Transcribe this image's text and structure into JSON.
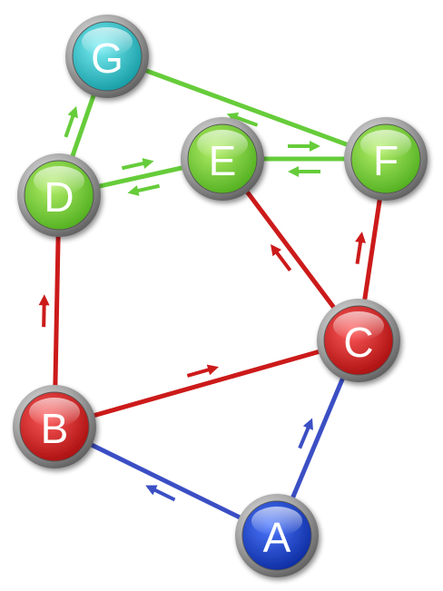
{
  "nodes": [
    {
      "id": "A",
      "label": "A",
      "color": "blue"
    },
    {
      "id": "B",
      "label": "B",
      "color": "red"
    },
    {
      "id": "C",
      "label": "C",
      "color": "red"
    },
    {
      "id": "D",
      "label": "D",
      "color": "green"
    },
    {
      "id": "E",
      "label": "E",
      "color": "green"
    },
    {
      "id": "F",
      "label": "F",
      "color": "green"
    },
    {
      "id": "G",
      "label": "G",
      "color": "cyan"
    }
  ],
  "edges": [
    {
      "from": "A",
      "to": "B",
      "color": "blue"
    },
    {
      "from": "A",
      "to": "C",
      "color": "blue"
    },
    {
      "from": "B",
      "to": "C",
      "color": "red"
    },
    {
      "from": "B",
      "to": "D",
      "color": "red"
    },
    {
      "from": "C",
      "to": "E",
      "color": "red"
    },
    {
      "from": "C",
      "to": "F",
      "color": "red"
    },
    {
      "from": "D",
      "to": "E",
      "color": "green"
    },
    {
      "from": "E",
      "to": "D",
      "color": "green"
    },
    {
      "from": "E",
      "to": "F",
      "color": "green"
    },
    {
      "from": "F",
      "to": "E",
      "color": "green"
    },
    {
      "from": "D",
      "to": "G",
      "color": "green"
    },
    {
      "from": "F",
      "to": "G",
      "color": "green"
    }
  ],
  "colors": {
    "blue": "#1f3fbf",
    "red": "#cc1f1f",
    "green": "#66cc33",
    "cyan": "#22c0c8",
    "edge_blue": "#3b4fc4",
    "edge_red": "#cc1a1a",
    "edge_green": "#66cc3a"
  }
}
